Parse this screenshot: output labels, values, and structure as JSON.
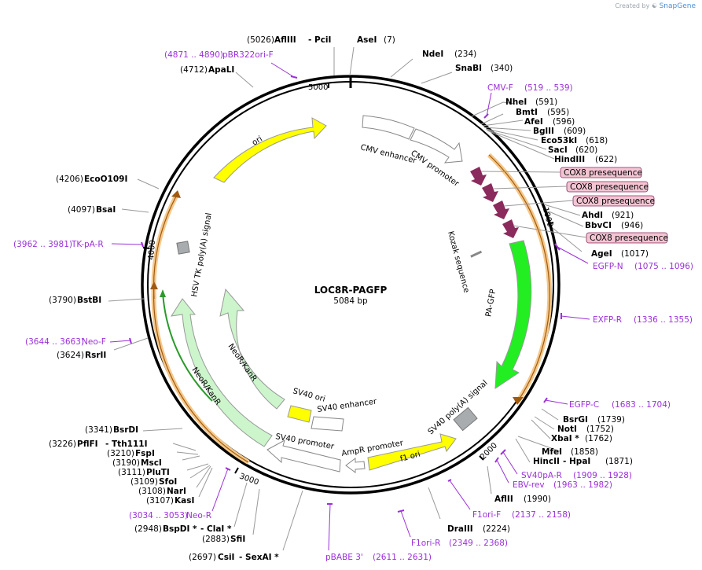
{
  "credit": {
    "prefix": "Created by",
    "brand": "SnapGene"
  },
  "plasmid": {
    "name": "LOC8R-PAGFP",
    "length": "5084 bp"
  },
  "ticks": [
    "5000",
    "1000",
    "2000",
    "3000",
    "4000"
  ],
  "colors": {
    "feature_gray": "#ffffff",
    "ori": "#ffff00",
    "neo": "#ccf5cc",
    "pagfp": "#22ee22",
    "cox8": "#8b2a5c",
    "primer": "#9b30d9",
    "highlight": "#f5c88a",
    "primer_box": "#f3c5d3"
  },
  "sites": [
    {
      "id": "afliii",
      "pos": "(5026)",
      "name": "AflIII",
      "extra": "PciI"
    },
    {
      "id": "asei",
      "name": "AseI",
      "pos": "(7)"
    },
    {
      "id": "ndei",
      "name": "NdeI",
      "pos": "(234)"
    },
    {
      "id": "snabi",
      "name": "SnaBI",
      "pos": "(340)"
    },
    {
      "id": "nhei",
      "name": "NheI",
      "pos": "(591)"
    },
    {
      "id": "bmti",
      "name": "BmtI",
      "pos": "(595)"
    },
    {
      "id": "afei",
      "name": "AfeI",
      "pos": "(596)"
    },
    {
      "id": "bglii",
      "name": "BglII",
      "pos": "(609)"
    },
    {
      "id": "eco53ki",
      "name": "Eco53kI",
      "pos": "(618)"
    },
    {
      "id": "saci",
      "name": "SacI",
      "pos": "(620)"
    },
    {
      "id": "hindiii",
      "name": "HindIII",
      "pos": "(622)"
    },
    {
      "id": "ahdi",
      "name": "AhdI",
      "pos": "(921)"
    },
    {
      "id": "bbvci",
      "name": "BbvCI",
      "pos": "(946)"
    },
    {
      "id": "agei",
      "name": "AgeI",
      "pos": "(1017)"
    },
    {
      "id": "bsrgi",
      "name": "BsrGI",
      "pos": "(1739)"
    },
    {
      "id": "noti",
      "name": "NotI",
      "pos": "(1752)"
    },
    {
      "id": "xbai",
      "name": "XbaI *",
      "pos": "(1762)"
    },
    {
      "id": "mfei",
      "name": "MfeI",
      "pos": "(1858)"
    },
    {
      "id": "hincii",
      "name": "HincII",
      "extra": "HpaI",
      "pos": "(1871)"
    },
    {
      "id": "afiii",
      "name": "AflII",
      "pos": "(1990)"
    },
    {
      "id": "draiii",
      "name": "DraIII",
      "pos": "(2224)"
    },
    {
      "id": "csii",
      "pos": "(2697)",
      "name": "CsiI",
      "extra": "SexAI *"
    },
    {
      "id": "sfii",
      "pos": "(2883)",
      "name": "SfiI"
    },
    {
      "id": "bspdi",
      "pos": "(2948)",
      "name": "BspDI *",
      "extra": "ClaI *"
    },
    {
      "id": "kasi",
      "pos": "(3107)",
      "name": "KasI"
    },
    {
      "id": "nari",
      "pos": "(3108)",
      "name": "NarI"
    },
    {
      "id": "sfoi",
      "pos": "(3109)",
      "name": "SfoI"
    },
    {
      "id": "pluti",
      "pos": "(3111)",
      "name": "PluTI"
    },
    {
      "id": "msci",
      "pos": "(3190)",
      "name": "MscI"
    },
    {
      "id": "fspi",
      "pos": "(3210)",
      "name": "FspI"
    },
    {
      "id": "pflfi",
      "pos": "(3226)",
      "name": "PflFI",
      "extra": "Tth111I"
    },
    {
      "id": "bsrdi",
      "pos": "(3341)",
      "name": "BsrDI"
    },
    {
      "id": "rsrii",
      "pos": "(3624)",
      "name": "RsrII"
    },
    {
      "id": "bstbi",
      "pos": "(3790)",
      "name": "BstBI"
    },
    {
      "id": "bsai",
      "pos": "(4097)",
      "name": "BsaI"
    },
    {
      "id": "eco0109i",
      "pos": "(4206)",
      "name": "EcoO109I"
    },
    {
      "id": "apali",
      "pos": "(4712)",
      "name": "ApaLI"
    }
  ],
  "primers": [
    {
      "id": "pbr322",
      "range": "(4871 .. 4890)",
      "name": "pBR322ori-F"
    },
    {
      "id": "cmvf",
      "name": "CMV-F",
      "range": "(519 .. 539)"
    },
    {
      "id": "egfpn",
      "name": "EGFP-N",
      "range": "(1075 .. 1096)"
    },
    {
      "id": "exfpr",
      "name": "EXFP-R",
      "range": "(1336 .. 1355)"
    },
    {
      "id": "egfpc",
      "name": "EGFP-C",
      "range": "(1683 .. 1704)"
    },
    {
      "id": "sv40pa",
      "name": "SV40pA-R",
      "range": "(1909 .. 1928)"
    },
    {
      "id": "ebvrev",
      "name": "EBV-rev",
      "range": "(1963 .. 1982)"
    },
    {
      "id": "f1orif",
      "name": "F1ori-F",
      "range": "(2137 .. 2158)"
    },
    {
      "id": "f1orir",
      "name": "F1ori-R",
      "range": "(2349 .. 2368)"
    },
    {
      "id": "pbabe",
      "name": "pBABE 3'",
      "range": "(2611 .. 2631)"
    },
    {
      "id": "neor",
      "range": "(3034 .. 3053)",
      "name": "Neo-R"
    },
    {
      "id": "neof",
      "range": "(3644 .. 3663)",
      "name": "Neo-F"
    },
    {
      "id": "tkpar",
      "range": "(3962 .. 3981)",
      "name": "TK-pA-R"
    }
  ],
  "presequences": [
    "COX8 presequence",
    "COX8 presequence",
    "COX8 presequence",
    "COX8 presequence"
  ],
  "features": {
    "ori": "ori",
    "cmv_enhancer": "CMV enhancer",
    "cmv_promoter": "CMV promoter",
    "kozak": "Kozak sequence",
    "pagfp": "PA-GFP",
    "sv40pa": "SV40 poly(A) signal",
    "f1ori": "f1 ori",
    "ampr_promoter": "AmpR promoter",
    "sv40_promoter": "SV40 promoter",
    "sv40_enhancer": "SV40 enhancer",
    "sv40_ori": "SV40 ori",
    "neor1": "NeoR/KanR",
    "neor2": "NeoR/KanR",
    "hsvtk": "HSV TK poly(A) signal"
  }
}
